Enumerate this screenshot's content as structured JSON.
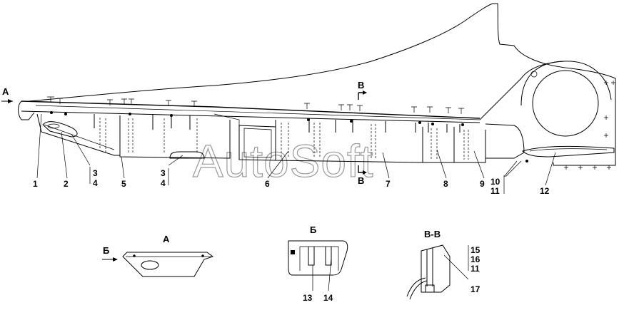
{
  "watermark": "AutoSoft",
  "views": {
    "main_arrow": "А",
    "section_mark_top": "В",
    "section_mark_bottom": "В",
    "view_a_title": "А",
    "view_a_arrow": "Б",
    "view_b_title": "Б",
    "view_vv_title": "В-В"
  },
  "callouts": {
    "c1": "1",
    "c2": "2",
    "c3a": "3",
    "c4a": "4",
    "c5": "5",
    "c3b": "3",
    "c4b": "4",
    "c6": "6",
    "c7": "7",
    "c8": "8",
    "c9": "9",
    "c10": "10",
    "c11a": "11",
    "c12": "12",
    "c13": "13",
    "c14": "14",
    "c15": "15",
    "c16": "16",
    "c11b": "11",
    "c17": "17"
  }
}
